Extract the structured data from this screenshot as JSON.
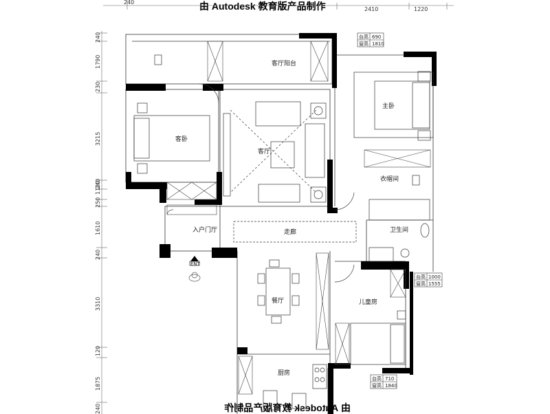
{
  "watermark": {
    "top": "由 Autodesk 教育版产品制作",
    "bottom": "由 Autodesk 教育版产品制作"
  },
  "top_dimensions": [
    "240",
    "2410",
    "1220"
  ],
  "left_dimensions": [
    "240",
    "1790",
    "230",
    "3215",
    "240",
    "250",
    "1120",
    "1610",
    "240",
    "3310",
    "120",
    "1875",
    "240"
  ],
  "rooms": {
    "living_balcony": "客厅阳台",
    "master_bedroom": "主卧",
    "guest_bedroom": "客卧",
    "living_room": "客厅",
    "closet": "衣帽间",
    "bathroom": "卫生间",
    "entrance": "入户门厅",
    "corridor": "走廊",
    "dining": "餐厅",
    "kids_room": "儿童房",
    "kitchen": "厨房"
  },
  "entrance_marker": "ENT",
  "window_tables": [
    {
      "label_a": "台高",
      "value_a": "690",
      "label_b": "窗高",
      "value_b": "1810"
    },
    {
      "label_a": "台高",
      "value_a": "1000",
      "label_b": "窗高",
      "value_b": "1555"
    },
    {
      "label_a": "台高",
      "value_a": "710",
      "label_b": "窗高",
      "value_b": "1840"
    }
  ]
}
